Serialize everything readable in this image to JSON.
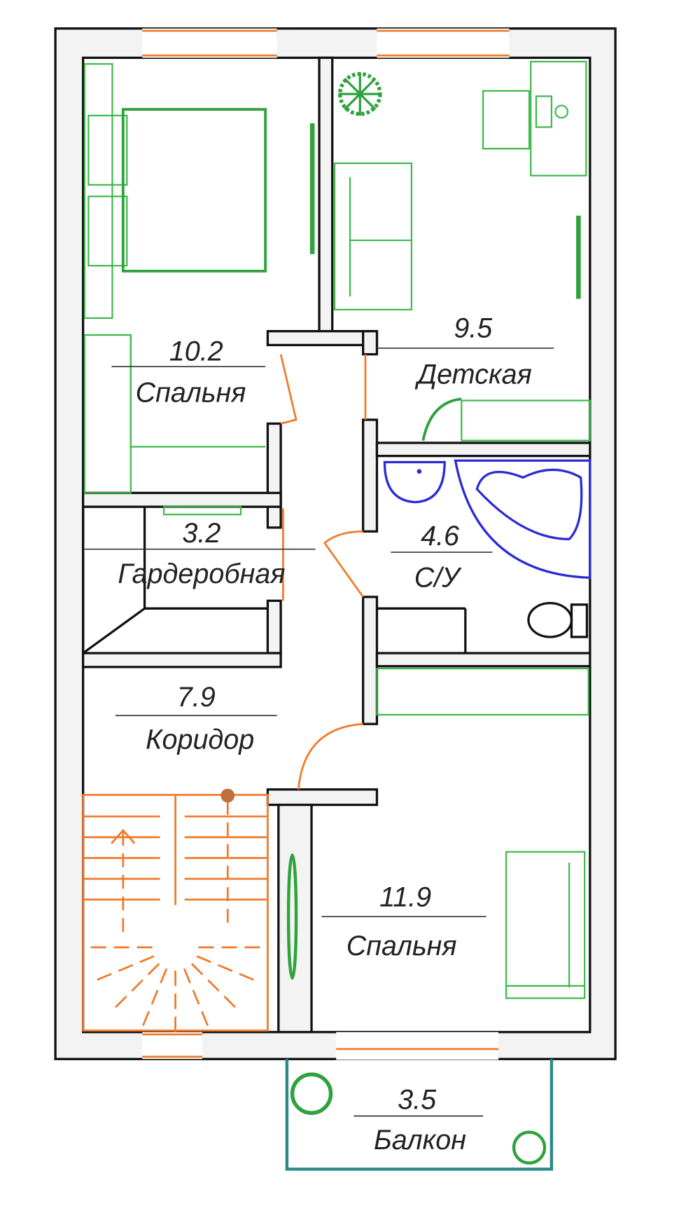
{
  "rooms": [
    {
      "area": "10.2",
      "name": "Спальня"
    },
    {
      "area": "9.5",
      "name": "Детская"
    },
    {
      "area": "3.2",
      "name": "Гардеробная"
    },
    {
      "area": "4.6",
      "name": "С/У"
    },
    {
      "area": "7.9",
      "name": "Коридор"
    },
    {
      "area": "11.9",
      "name": "Спальня"
    },
    {
      "area": "3.5",
      "name": "Балкон"
    }
  ],
  "colors": {
    "walls": "#111111",
    "furniture": "#3cb84a",
    "doors_stairs": "#f07a2a",
    "plumbing": "#2a2ad8",
    "balcony": "#2a8a86"
  }
}
